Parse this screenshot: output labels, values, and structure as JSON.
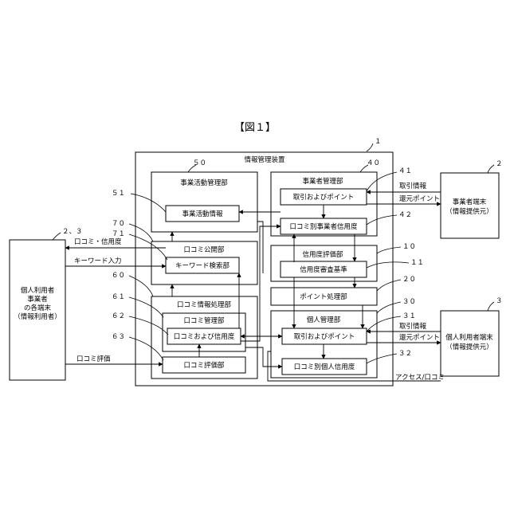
{
  "figure_title": "【図１】",
  "apparatus": {
    "ref": "１",
    "label": "情報管理装置"
  },
  "section50": {
    "ref": "５０",
    "label": "事業活動管理部",
    "inner": "事業活動情報",
    "inner_ref": "５１"
  },
  "section70": {
    "ref": "７０",
    "label": "口コミ公開部",
    "inner": "キーワード検索部",
    "inner_ref": "７１"
  },
  "section60": {
    "ref": "６０",
    "label": "口コミ情報処理部"
  },
  "section61": {
    "ref": "６１",
    "label": "口コミ管理部"
  },
  "box62": {
    "ref": "６２",
    "label": "口コミおよび信用度"
  },
  "box63": {
    "ref": "６３",
    "label": "口コミ評価部"
  },
  "section40": {
    "ref": "４０",
    "label": "事業者管理部"
  },
  "box41": {
    "ref": "４１",
    "label": "取引およびポイント"
  },
  "box42": {
    "ref": "４２",
    "label": "口コミ別事業者信用度"
  },
  "section10": {
    "ref": "１０",
    "label": "信用度評価部"
  },
  "box11": {
    "ref": "１１",
    "label": "信用度審査基準"
  },
  "box20": {
    "ref": "２０",
    "label": "ポイント処理部"
  },
  "section30": {
    "ref": "３０",
    "label": "個人管理部"
  },
  "box31": {
    "ref": "３１",
    "label": "取引およびポイント"
  },
  "box32": {
    "ref": "３２",
    "label": "口コミ別個人信用度"
  },
  "left_terminal": {
    "ref": "２、３",
    "lines": [
      "個人利用者",
      "事業者",
      "の各端末",
      "（情報利用者）"
    ]
  },
  "biz_terminal": {
    "ref": "２",
    "lines": [
      "事業者端末",
      "（情報提供元）"
    ]
  },
  "personal_terminal": {
    "ref": "３",
    "lines": [
      "個人利用者端末",
      "（情報提供元）"
    ]
  },
  "arrow_labels": {
    "review_credit": "口コミ・信用度",
    "keyword_input": "キーワード入力",
    "review_rating": "口コミ評価",
    "transaction_info_top": "取引情報",
    "return_points_top": "還元ポイント",
    "transaction_info_bottom": "取引情報",
    "return_points_bottom": "還元ポイント",
    "access_review": "アクセス/口コミ"
  }
}
